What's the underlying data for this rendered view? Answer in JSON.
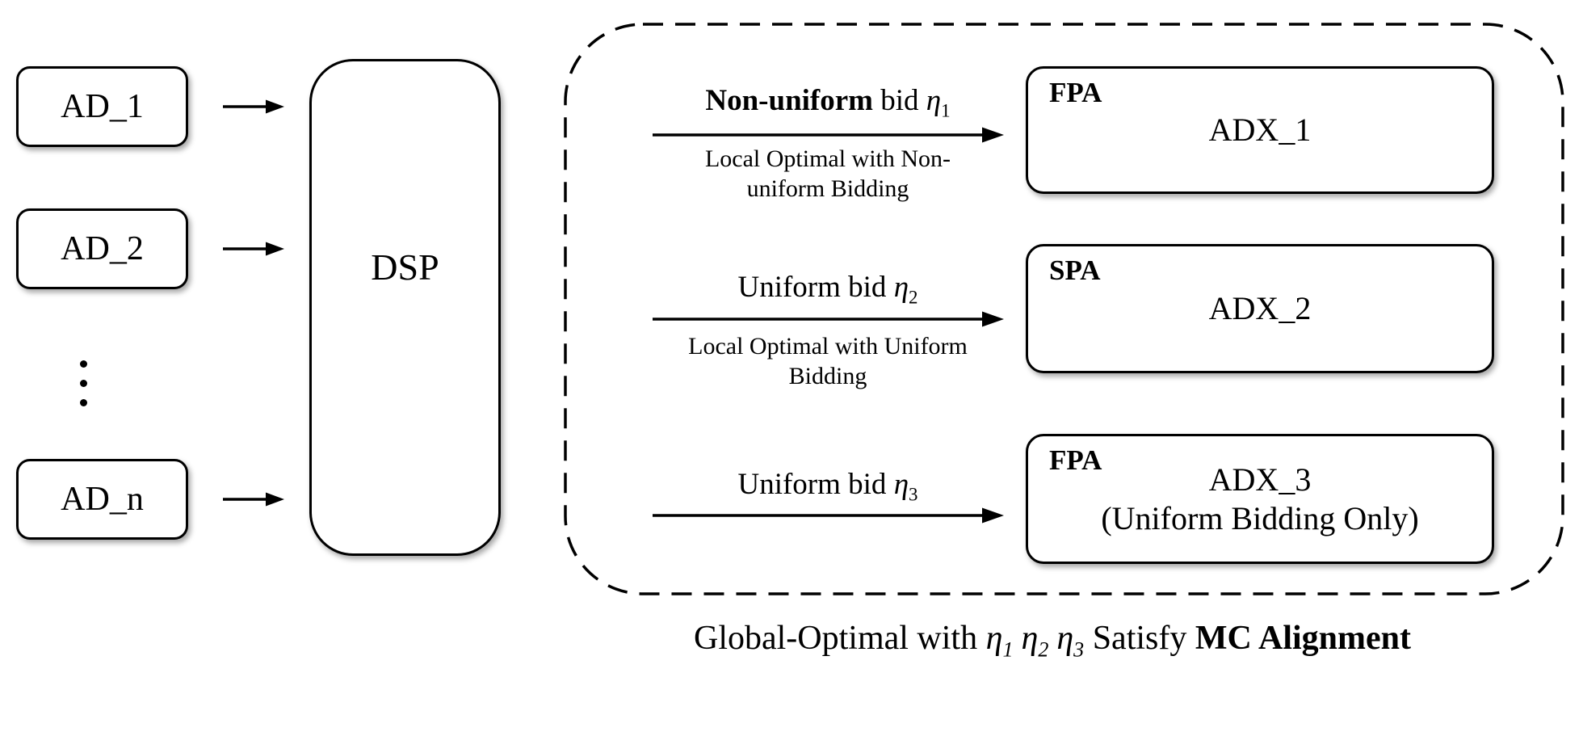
{
  "advertisers": {
    "items": [
      {
        "label": "AD_1"
      },
      {
        "label": "AD_2"
      },
      {
        "label": "AD_n"
      }
    ]
  },
  "dsp": {
    "label": "DSP"
  },
  "channels": [
    {
      "bid_bold": "Non-uniform",
      "bid_rest": " bid ",
      "eta": "η",
      "eta_sub": "1",
      "note_line1": "Local Optimal with Non-",
      "note_line2": "uniform Bidding",
      "auction": "FPA",
      "adx_name": "ADX_1",
      "adx_note": ""
    },
    {
      "bid_bold": "",
      "bid_rest": "Uniform bid ",
      "eta": "η",
      "eta_sub": "2",
      "note_line1": "Local Optimal with Uniform",
      "note_line2": "Bidding",
      "auction": "SPA",
      "adx_name": "ADX_2",
      "adx_note": ""
    },
    {
      "bid_bold": "",
      "bid_rest": "Uniform bid ",
      "eta": "η",
      "eta_sub": "3",
      "note_line1": "",
      "note_line2": "",
      "auction": "FPA",
      "adx_name": "ADX_3",
      "adx_note": "(Uniform Bidding Only)"
    }
  ],
  "caption": {
    "prefix": "Global-Optimal with ",
    "eta1": "η",
    "eta1_sub": "1",
    "eta2": "η",
    "eta2_sub": "2",
    "eta3": "η",
    "eta3_sub": "3",
    "middle": " Satisfy ",
    "bold_suffix": "MC Alignment"
  },
  "colors": {
    "ink": "#000000",
    "background": "#ffffff"
  }
}
